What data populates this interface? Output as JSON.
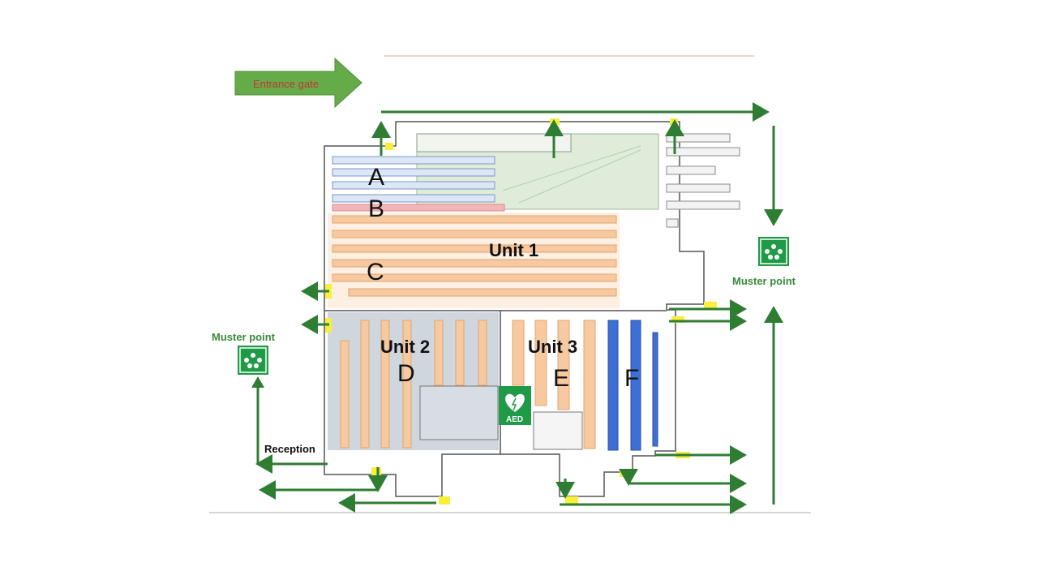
{
  "entrance": {
    "label": "Entrance gate"
  },
  "zones": {
    "a": "A",
    "b": "B",
    "c": "C",
    "d": "D",
    "e": "E",
    "f": "F"
  },
  "units": {
    "unit1": "Unit 1",
    "unit2": "Unit 2",
    "unit3": "Unit 3"
  },
  "muster_points": {
    "right": "Muster point",
    "left": "Muster point"
  },
  "reception": {
    "label": "Reception"
  },
  "aed": {
    "label": "AED"
  },
  "colors": {
    "exit_arrow": "#2e7d32",
    "orange_racking": "#f6c9a0",
    "blue_racking": "#3d6fd6",
    "light_blue_racking": "#dbe6f6",
    "pink_band": "#f3b6b6",
    "yard_green": "#dfecd9",
    "door_highlight": "#f7ef3a",
    "unit2_floor": "#cfd6de",
    "entrance_arrow": "#66ab4a"
  },
  "icons": {
    "muster": "muster-point-icon",
    "aed": "aed-heart-icon",
    "entrance": "entrance-arrow-icon"
  }
}
